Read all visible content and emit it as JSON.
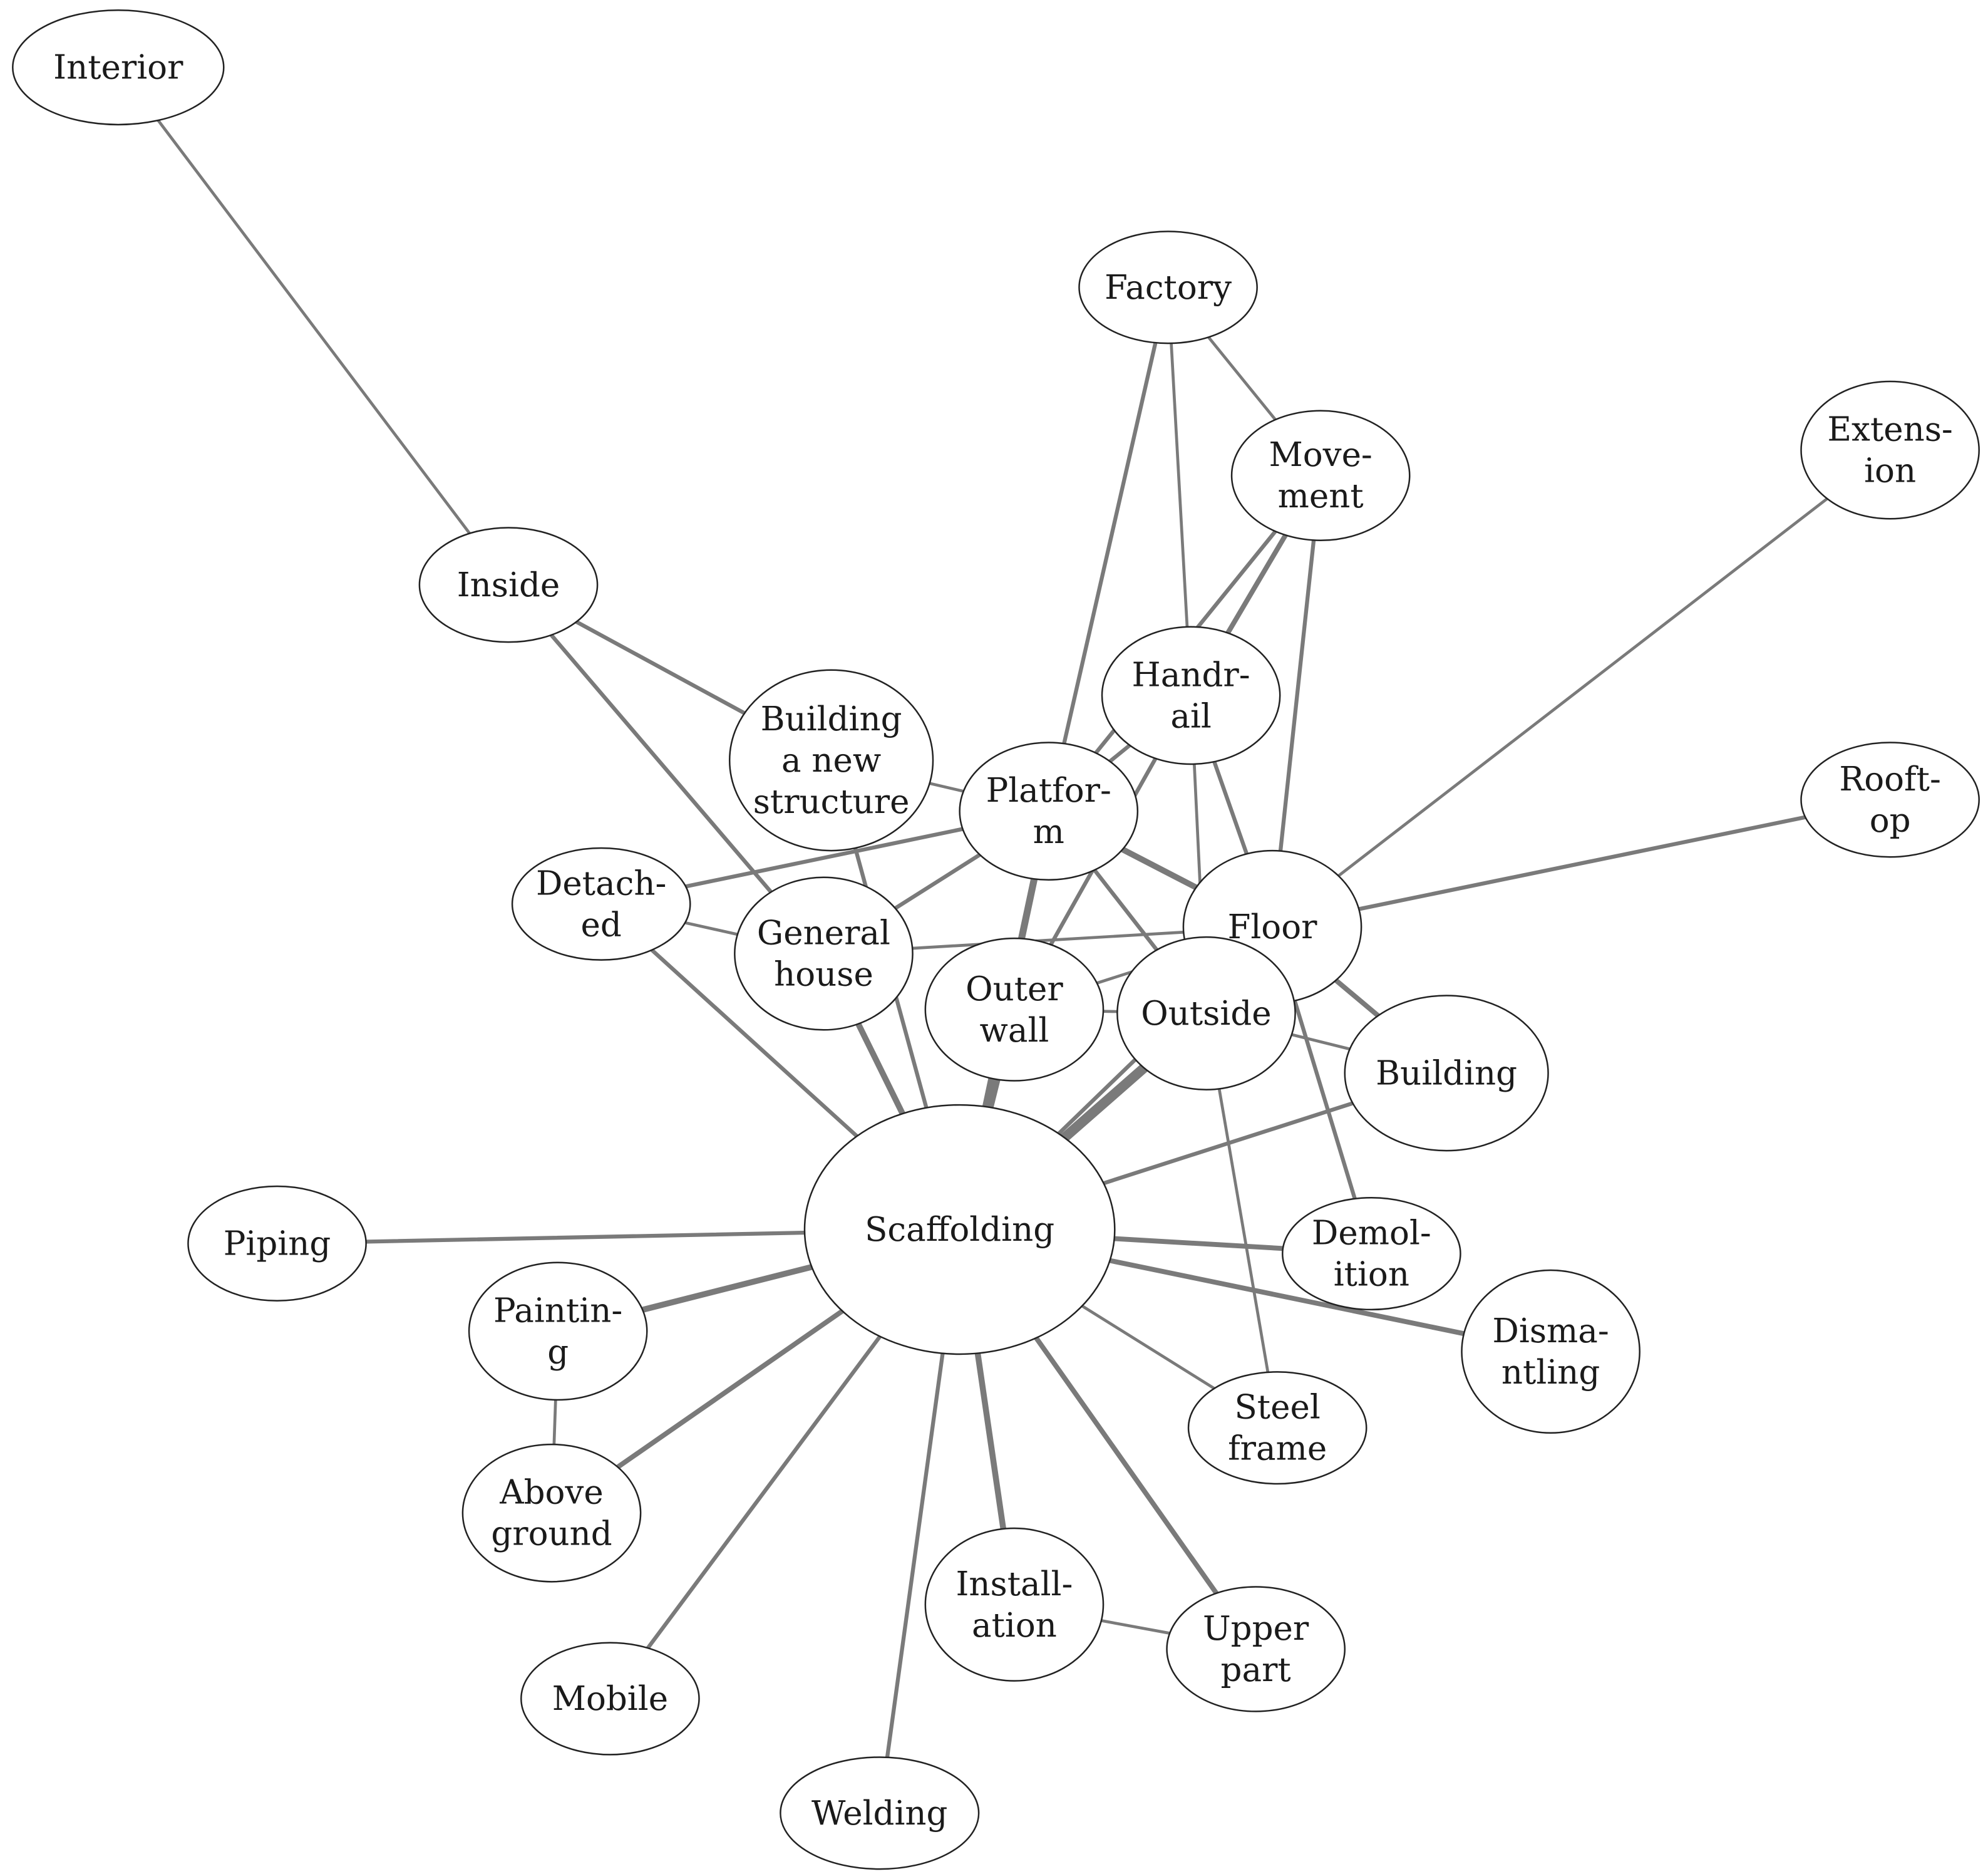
{
  "diagram": {
    "type": "network",
    "colors": {
      "background": "#ffffff",
      "edge": "#7a7a7a",
      "node_fill": "#ffffff",
      "node_stroke": "#222222",
      "text": "#1a1a1a"
    },
    "nodes": [
      {
        "id": "interior",
        "lines": [
          "Interior"
        ]
      },
      {
        "id": "factory",
        "lines": [
          "Factory"
        ]
      },
      {
        "id": "movement",
        "lines": [
          "Move-",
          "ment"
        ]
      },
      {
        "id": "extension",
        "lines": [
          "Extens-",
          "ion"
        ]
      },
      {
        "id": "inside",
        "lines": [
          "Inside"
        ]
      },
      {
        "id": "handrail",
        "lines": [
          "Handr-",
          "ail"
        ]
      },
      {
        "id": "building-new",
        "lines": [
          "Building",
          "a new",
          "structure"
        ]
      },
      {
        "id": "platform",
        "lines": [
          "Platfor-",
          "m"
        ]
      },
      {
        "id": "rooftop",
        "lines": [
          "Rooft-",
          "op"
        ]
      },
      {
        "id": "detached",
        "lines": [
          "Detach-",
          "ed"
        ]
      },
      {
        "id": "general-house",
        "lines": [
          "General",
          "house"
        ]
      },
      {
        "id": "floor",
        "lines": [
          "Floor"
        ]
      },
      {
        "id": "outer-wall",
        "lines": [
          "Outer",
          "wall"
        ]
      },
      {
        "id": "outside",
        "lines": [
          "Outside"
        ]
      },
      {
        "id": "building",
        "lines": [
          "Building"
        ]
      },
      {
        "id": "scaffolding",
        "lines": [
          "Scaffolding"
        ]
      },
      {
        "id": "piping",
        "lines": [
          "Piping"
        ]
      },
      {
        "id": "demolition",
        "lines": [
          "Demol-",
          "ition"
        ]
      },
      {
        "id": "painting",
        "lines": [
          "Paintin-",
          "g"
        ]
      },
      {
        "id": "dismantling",
        "lines": [
          "Disma-",
          "ntling"
        ]
      },
      {
        "id": "steel-frame",
        "lines": [
          "Steel",
          "frame"
        ]
      },
      {
        "id": "above-ground",
        "lines": [
          "Above",
          "ground"
        ]
      },
      {
        "id": "installation",
        "lines": [
          "Install-",
          "ation"
        ]
      },
      {
        "id": "upper-part",
        "lines": [
          "Upper",
          "part"
        ]
      },
      {
        "id": "mobile",
        "lines": [
          "Mobile"
        ]
      },
      {
        "id": "welding",
        "lines": [
          "Welding"
        ]
      }
    ],
    "edges": [
      {
        "source": "interior",
        "target": "inside",
        "weight": 2
      },
      {
        "source": "inside",
        "target": "building-new",
        "weight": 3
      },
      {
        "source": "inside",
        "target": "general-house",
        "weight": 3
      },
      {
        "source": "factory",
        "target": "movement",
        "weight": 2
      },
      {
        "source": "factory",
        "target": "handrail",
        "weight": 2
      },
      {
        "source": "factory",
        "target": "platform",
        "weight": 3
      },
      {
        "source": "movement",
        "target": "handrail",
        "weight": 4
      },
      {
        "source": "movement",
        "target": "platform",
        "weight": 3
      },
      {
        "source": "movement",
        "target": "floor",
        "weight": 3
      },
      {
        "source": "extension",
        "target": "floor",
        "weight": 2
      },
      {
        "source": "rooftop",
        "target": "floor",
        "weight": 3
      },
      {
        "source": "handrail",
        "target": "platform",
        "weight": 3
      },
      {
        "source": "handrail",
        "target": "floor",
        "weight": 3
      },
      {
        "source": "handrail",
        "target": "outer-wall",
        "weight": 3
      },
      {
        "source": "handrail",
        "target": "outside",
        "weight": 2
      },
      {
        "source": "building-new",
        "target": "platform",
        "weight": 2
      },
      {
        "source": "building-new",
        "target": "scaffolding",
        "weight": 3
      },
      {
        "source": "platform",
        "target": "detached",
        "weight": 3
      },
      {
        "source": "platform",
        "target": "general-house",
        "weight": 3
      },
      {
        "source": "platform",
        "target": "floor",
        "weight": 5
      },
      {
        "source": "platform",
        "target": "outside",
        "weight": 3
      },
      {
        "source": "platform",
        "target": "scaffolding",
        "weight": 6
      },
      {
        "source": "detached",
        "target": "general-house",
        "weight": 2
      },
      {
        "source": "detached",
        "target": "scaffolding",
        "weight": 3
      },
      {
        "source": "general-house",
        "target": "floor",
        "weight": 2
      },
      {
        "source": "general-house",
        "target": "scaffolding",
        "weight": 5
      },
      {
        "source": "floor",
        "target": "outer-wall",
        "weight": 2
      },
      {
        "source": "floor",
        "target": "outside",
        "weight": 3
      },
      {
        "source": "floor",
        "target": "building",
        "weight": 4
      },
      {
        "source": "floor",
        "target": "demolition",
        "weight": 3
      },
      {
        "source": "floor",
        "target": "scaffolding",
        "weight": 3
      },
      {
        "source": "outer-wall",
        "target": "outside",
        "weight": 2
      },
      {
        "source": "outer-wall",
        "target": "scaffolding",
        "weight": 6
      },
      {
        "source": "outside",
        "target": "building",
        "weight": 2
      },
      {
        "source": "outside",
        "target": "steel-frame",
        "weight": 2
      },
      {
        "source": "outside",
        "target": "scaffolding",
        "weight": 9
      },
      {
        "source": "building",
        "target": "scaffolding",
        "weight": 3
      },
      {
        "source": "scaffolding",
        "target": "piping",
        "weight": 3
      },
      {
        "source": "scaffolding",
        "target": "painting",
        "weight": 5
      },
      {
        "source": "scaffolding",
        "target": "above-ground",
        "weight": 4
      },
      {
        "source": "scaffolding",
        "target": "mobile",
        "weight": 3
      },
      {
        "source": "scaffolding",
        "target": "welding",
        "weight": 3
      },
      {
        "source": "scaffolding",
        "target": "installation",
        "weight": 5
      },
      {
        "source": "scaffolding",
        "target": "upper-part",
        "weight": 4
      },
      {
        "source": "scaffolding",
        "target": "steel-frame",
        "weight": 2
      },
      {
        "source": "scaffolding",
        "target": "dismantling",
        "weight": 4
      },
      {
        "source": "scaffolding",
        "target": "demolition",
        "weight": 4
      },
      {
        "source": "painting",
        "target": "above-ground",
        "weight": 2
      },
      {
        "source": "installation",
        "target": "upper-part",
        "weight": 2
      }
    ]
  }
}
